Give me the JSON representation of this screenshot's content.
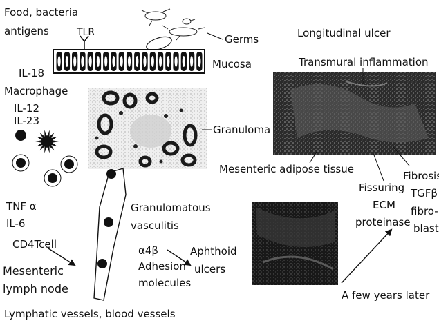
{
  "labels": {
    "food": "Food, bacteria",
    "antigens": "antigens",
    "tlr": "TLR",
    "germs": "Germs",
    "longitudinal_ulcer": "Longitudinal ulcer",
    "mucosa": "Mucosa",
    "transmural": "Transmural inflammation",
    "il18": "IL-18",
    "macrophage": "Macrophage",
    "il12": "IL-12",
    "il23": "IL-23",
    "granuloma": "Granuloma",
    "mesenteric_adipose": "Mesenteric adipose tissue",
    "fibrosis": "Fibrosis",
    "tgf": "TGFβ",
    "fibro": "fibro-",
    "blast": "blast",
    "fissuring": "Fissuring",
    "ecm": "ECM",
    "proteinase": "proteinase",
    "tnf": "TNF α",
    "il6": "IL-6",
    "granulomatous": "Granulomatous",
    "vasculitis": "vasculitis",
    "cd4": "CD4Tcell",
    "a4b": "α4β",
    "adhesion": "Adhesion",
    "molecules": "molecules",
    "aphthoid": "Aphthoid",
    "ulcers": "ulcers",
    "mesenteric": "Mesenteric",
    "lymph_node": "lymph node",
    "few_years": "A few years later",
    "lymphatic": "Lymphatic vessels, blood vessels"
  },
  "colors": {
    "ink": "#111111",
    "photo_dark": "#1e1e1e",
    "histology_bg": "#e6e6e6"
  }
}
